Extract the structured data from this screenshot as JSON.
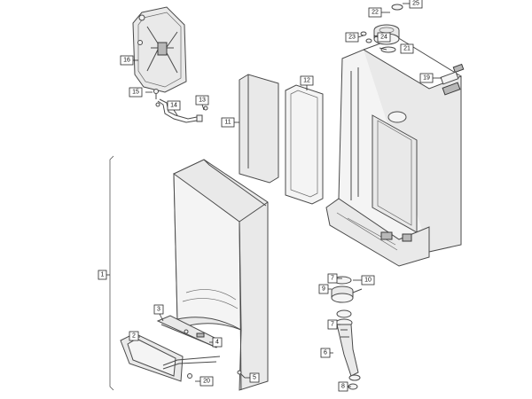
{
  "callouts": [
    {
      "id": "c1",
      "label": "1"
    },
    {
      "id": "c2",
      "label": "2"
    },
    {
      "id": "c3",
      "label": "3"
    },
    {
      "id": "c4",
      "label": "4"
    },
    {
      "id": "c5",
      "label": "5"
    },
    {
      "id": "c6",
      "label": "6"
    },
    {
      "id": "c7a",
      "label": "7"
    },
    {
      "id": "c7b",
      "label": "7"
    },
    {
      "id": "c8",
      "label": "8"
    },
    {
      "id": "c9",
      "label": "9"
    },
    {
      "id": "c10",
      "label": "10"
    },
    {
      "id": "c11",
      "label": "11"
    },
    {
      "id": "c12",
      "label": "12"
    },
    {
      "id": "c13",
      "label": "13"
    },
    {
      "id": "c14",
      "label": "14"
    },
    {
      "id": "c15",
      "label": "15"
    },
    {
      "id": "c16",
      "label": "16"
    },
    {
      "id": "c19",
      "label": "19"
    },
    {
      "id": "c21",
      "label": "21"
    },
    {
      "id": "c22",
      "label": "22"
    },
    {
      "id": "c23",
      "label": "23"
    },
    {
      "id": "c24",
      "label": "24"
    },
    {
      "id": "c25",
      "label": "25"
    },
    {
      "id": "c20",
      "label": "20"
    }
  ]
}
